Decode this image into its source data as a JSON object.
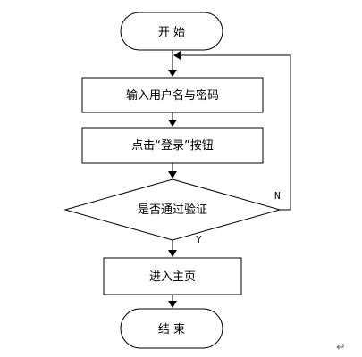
{
  "flowchart": {
    "nodes": {
      "start": {
        "label": "开 始",
        "shape": "terminator"
      },
      "input": {
        "label": "输入用户名与密码",
        "shape": "process"
      },
      "click_login": {
        "label": "点击“登录”按钮",
        "shape": "process"
      },
      "verify": {
        "label": "是否通过验证",
        "shape": "decision"
      },
      "home": {
        "label": "进入主页",
        "shape": "process"
      },
      "end": {
        "label": "结 束",
        "shape": "terminator"
      }
    },
    "edges": [
      {
        "from": "start",
        "to": "input",
        "label": ""
      },
      {
        "from": "input",
        "to": "click_login",
        "label": ""
      },
      {
        "from": "click_login",
        "to": "verify",
        "label": ""
      },
      {
        "from": "verify",
        "to": "home",
        "label": "Y"
      },
      {
        "from": "verify",
        "to": "input",
        "label": "N"
      },
      {
        "from": "home",
        "to": "end",
        "label": ""
      }
    ],
    "edge_labels": {
      "yes": "Y",
      "no": "N"
    }
  },
  "page": {
    "paragraph_mark": "↵"
  }
}
